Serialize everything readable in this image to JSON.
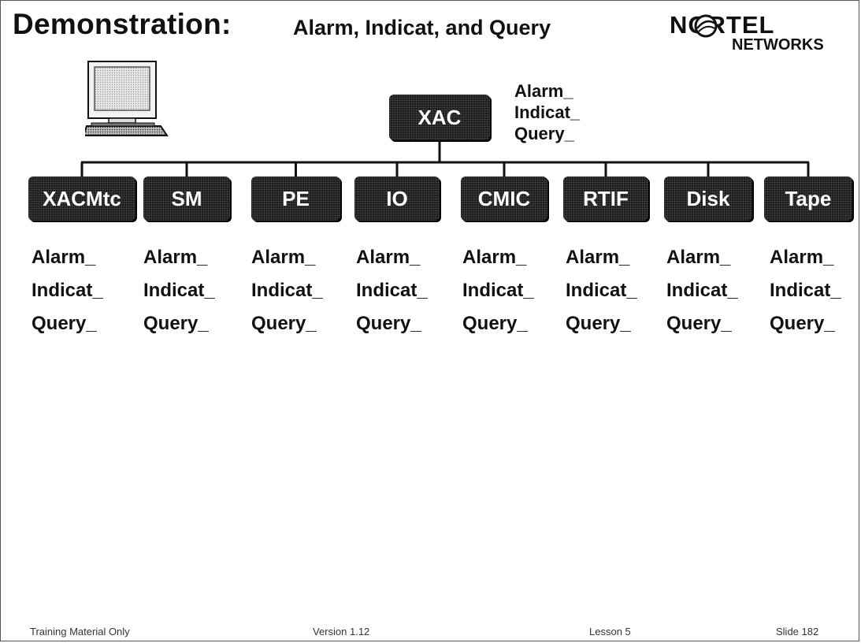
{
  "title": "Demonstration:",
  "subtitle": "Alarm, Indicat, and Query",
  "logo": {
    "top": "NORTEL",
    "bottom": "NETWORKS"
  },
  "root": {
    "name": "XAC",
    "labels": [
      "Alarm_",
      "Indicat_",
      "Query_"
    ]
  },
  "children": [
    {
      "name": "XACMtc",
      "labels": [
        "Alarm_",
        "Indicat_",
        "Query_"
      ]
    },
    {
      "name": "SM",
      "labels": [
        "Alarm_",
        "Indicat_",
        "Query_"
      ]
    },
    {
      "name": "PE",
      "labels": [
        "Alarm_",
        "Indicat_",
        "Query_"
      ]
    },
    {
      "name": "IO",
      "labels": [
        "Alarm_",
        "Indicat_",
        "Query_"
      ]
    },
    {
      "name": "CMIC",
      "labels": [
        "Alarm_",
        "Indicat_",
        "Query_"
      ]
    },
    {
      "name": "RTIF",
      "labels": [
        "Alarm_",
        "Indicat_",
        "Query_"
      ]
    },
    {
      "name": "Disk",
      "labels": [
        "Alarm_",
        "Indicat_",
        "Query_"
      ]
    },
    {
      "name": "Tape",
      "labels": [
        "Alarm_",
        "Indicat_",
        "Query_"
      ]
    }
  ],
  "footer": {
    "left": "Training Material Only",
    "version": "Version 1.12",
    "lesson": "Lesson 5",
    "slide": "Slide  182"
  },
  "colors": {
    "node_fill": "#1c1c1c",
    "node_text": "#ffffff",
    "line": "#111111"
  }
}
